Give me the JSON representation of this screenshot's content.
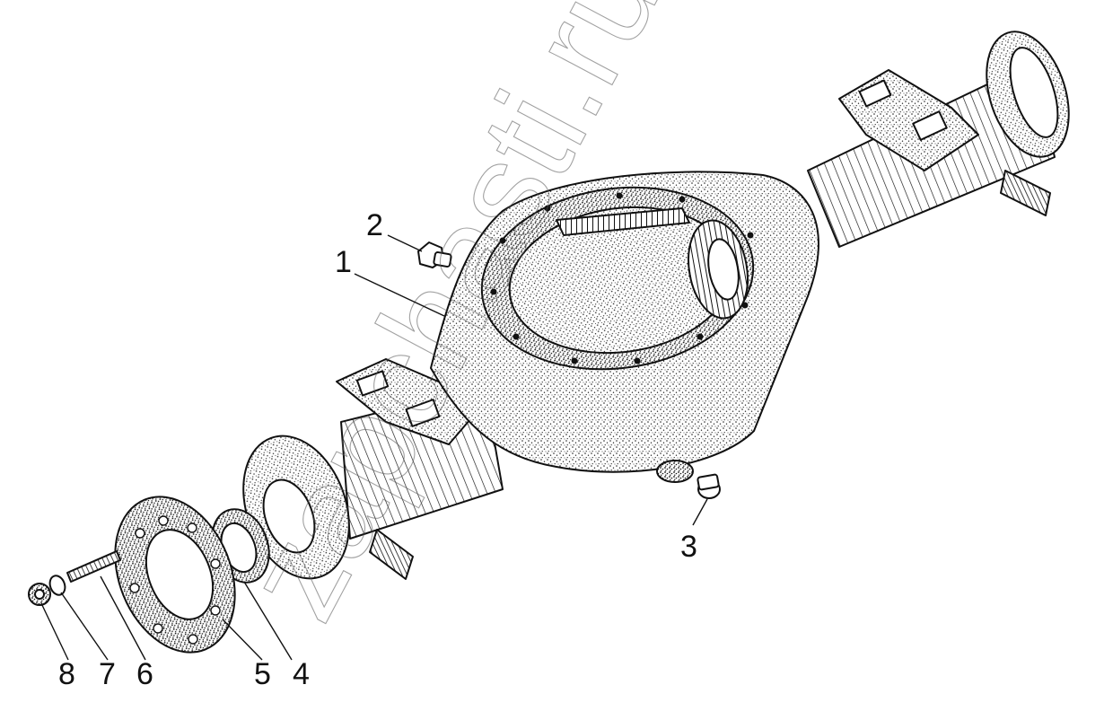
{
  "watermark": "zapchasti.ru",
  "callouts": {
    "c1": "1",
    "c2": "2",
    "c3": "3",
    "c4": "4",
    "c5": "5",
    "c6": "6",
    "c7": "7",
    "c8": "8"
  }
}
